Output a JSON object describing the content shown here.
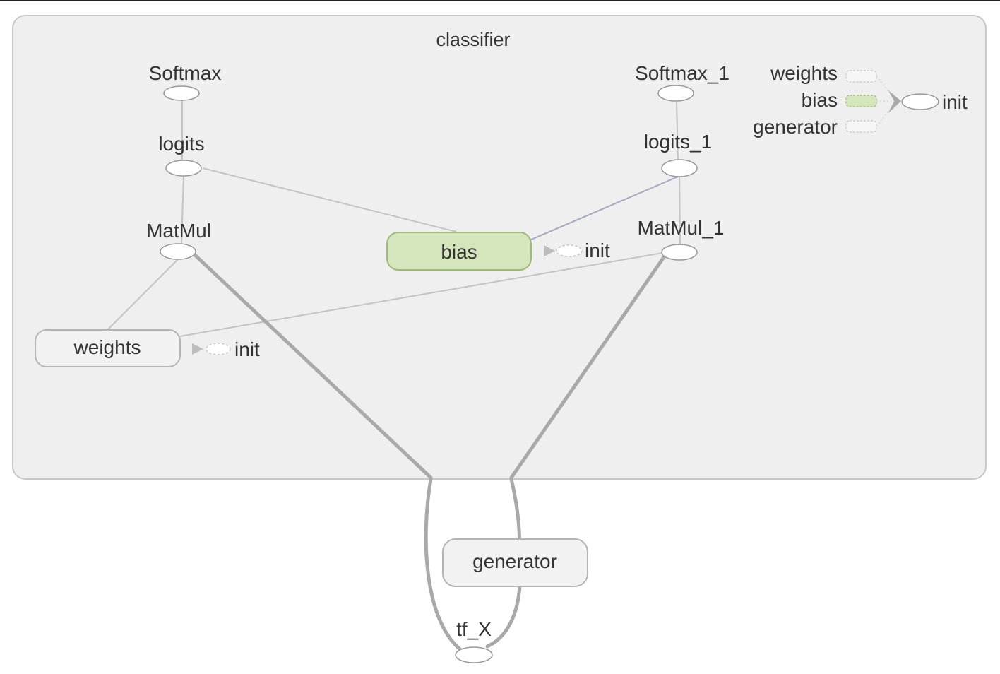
{
  "group": {
    "title": "classifier"
  },
  "nodes": {
    "softmax": "Softmax",
    "logits": "logits",
    "matmul": "MatMul",
    "softmax_1": "Softmax_1",
    "logits_1": "logits_1",
    "matmul_1": "MatMul_1",
    "bias": "bias",
    "weights": "weights",
    "generator": "generator",
    "tf_x": "tf_X"
  },
  "init_labels": {
    "bias_init": "init",
    "weights_init": "init"
  },
  "aux_panel": {
    "weights": "weights",
    "bias": "bias",
    "generator": "generator",
    "init": "init"
  },
  "colors": {
    "group_fill": "#efefef",
    "group_stroke": "#c8c8c8",
    "node_fill": "#f2f2f2",
    "bias_fill": "#d5e6bd",
    "bias_stroke": "#9cba7a",
    "edge": "#c4c4c4",
    "edge_thick": "#a9a9a9"
  }
}
